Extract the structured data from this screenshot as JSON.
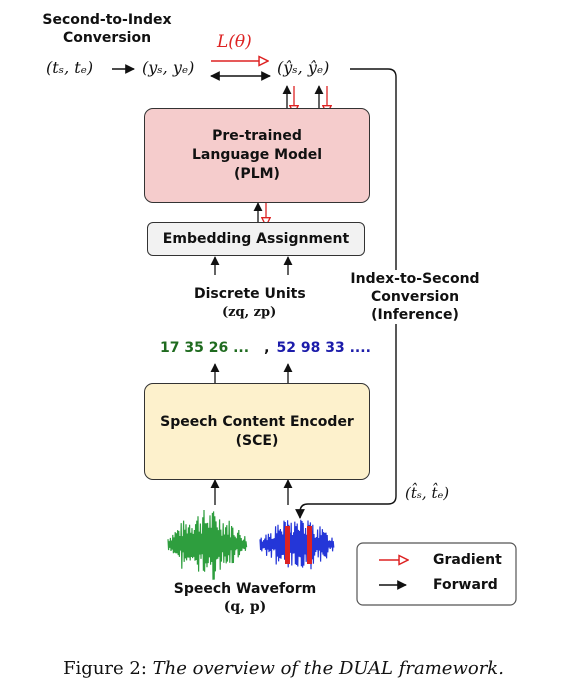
{
  "title_s2i": [
    "Second-to-Index",
    "Conversion"
  ],
  "loss_label": "L(θ)",
  "input_times": "(tₛ, tₑ)",
  "index_pair": "(yₛ, yₑ)",
  "pred_index_pair": "(ŷₛ, ŷₑ)",
  "plm": [
    "Pre-trained",
    "Language Model",
    "(PLM)"
  ],
  "embedding": "Embedding Assignment",
  "discrete_units": "Discrete Units",
  "units_vars": "(zq, zp)",
  "units_green": "17 35 26 ...",
  "units_sep": ",",
  "units_blue": "52 98 33 ....",
  "i2s": [
    "Index-to-Second",
    "Conversion",
    "(Inference)"
  ],
  "sce": [
    "Speech Content Encoder",
    "(SCE)"
  ],
  "pred_times": "(t̂ₛ, t̂ₑ)",
  "waveform_label": [
    "Speech Waveform",
    "(q, p)"
  ],
  "legend": {
    "gradient": "Gradient",
    "forward": "Forward"
  },
  "caption_prefix": "Figure 2: ",
  "caption_italic": "The overview of the DUAL framework.",
  "colors": {
    "plm_fill": "#f5cccc",
    "sce_fill": "#fdf1cc",
    "embed_fill": "#f2f2f2",
    "green": "#1f6b1f",
    "blue": "#1c1caa",
    "gradient_red": "#dd2222",
    "wave_green": "#2e9e3e",
    "wave_blue": "#2436d8"
  }
}
